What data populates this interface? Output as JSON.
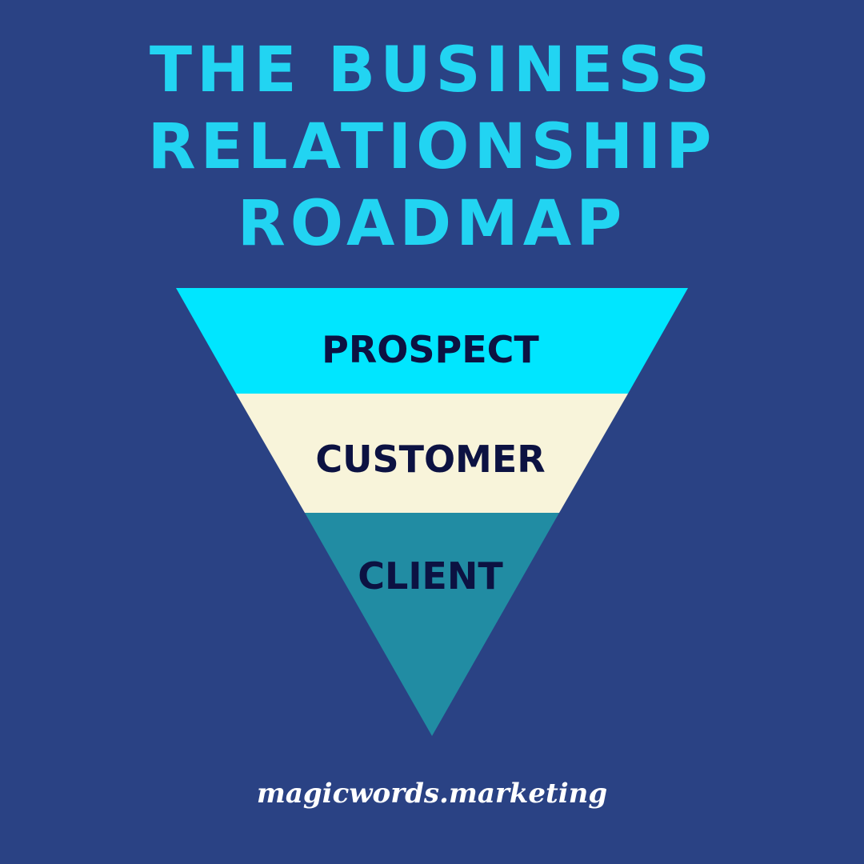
{
  "title": {
    "line1": "THE BUSINESS",
    "line2": "RELATIONSHIP",
    "line3": "ROADMAP"
  },
  "funnel": {
    "stages": [
      {
        "label": "PROSPECT",
        "color": "#00e6ff"
      },
      {
        "label": "CUSTOMER",
        "color": "#f8f4da"
      },
      {
        "label": "CLIENT",
        "color": "#218ca3"
      }
    ]
  },
  "footer": {
    "website": "magicwords.marketing"
  },
  "colors": {
    "background": "#2a4284",
    "title": "#22d4f2",
    "label": "#0c1242"
  }
}
